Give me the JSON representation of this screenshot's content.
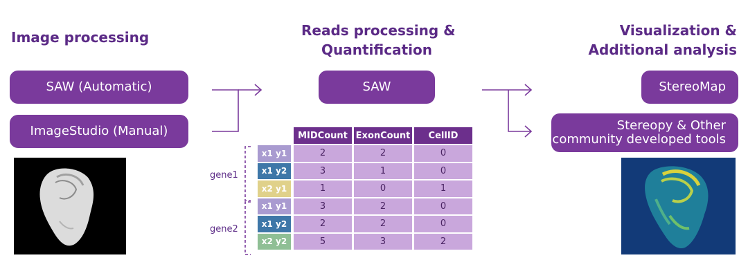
{
  "titles": {
    "image_processing": "Image processing",
    "reads_line1": "Reads processing &",
    "reads_line2": "Quantification",
    "vis_line1": "Visualization &",
    "vis_line2": "Additional analysis"
  },
  "pills": {
    "saw_auto": "SAW (Automatic)",
    "imagestudio": "ImageStudio (Manual)",
    "saw": "SAW",
    "stereomap": "StereoMap",
    "stereopy_line1": "Stereopy & Other",
    "stereopy_line2": "community developed tools"
  },
  "matrix": {
    "headers": [
      "MIDCount",
      "ExonCount",
      "CellID"
    ],
    "genes": [
      "gene1",
      "gene2"
    ],
    "rows": [
      {
        "label": "x1 y1",
        "color": "#a99bd0",
        "values": [
          "2",
          "2",
          "0"
        ]
      },
      {
        "label": "x1 y2",
        "color": "#3e77a8",
        "values": [
          "3",
          "1",
          "0"
        ]
      },
      {
        "label": "x2 y1",
        "color": "#e0d18a",
        "values": [
          "1",
          "0",
          "1"
        ]
      },
      {
        "label": "x1 y1",
        "color": "#a99bd0",
        "values": [
          "3",
          "2",
          "0"
        ]
      },
      {
        "label": "x1 y2",
        "color": "#3e77a8",
        "values": [
          "2",
          "2",
          "0"
        ]
      },
      {
        "label": "x2 y2",
        "color": "#8fbf95",
        "values": [
          "5",
          "3",
          "2"
        ]
      }
    ]
  },
  "colors": {
    "accent": "#7a3a9c",
    "title": "#5b2a86"
  }
}
